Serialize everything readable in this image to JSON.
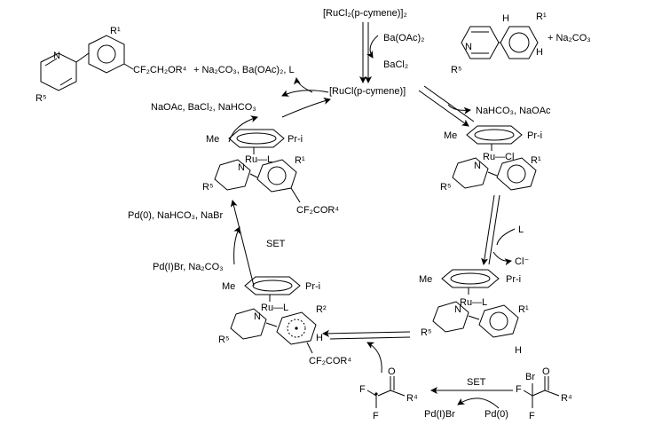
{
  "labels": {
    "precatalyst_dimer": "[RuCl₂(p-cymene)]₂",
    "activation_reagent": "Ba(OAc)₂",
    "activation_byproduct": "BaCl₂",
    "active_catalyst": "[RuCl(p-cymene)]",
    "substrate_plus": "+ Na₂CO₃",
    "ch_activation_byproducts": "NaHCO₃, NaOAc",
    "ligand_in": "L",
    "chloride_out": "Cl⁻",
    "set_label_upper": "SET",
    "set_label_lower": "SET",
    "pd_oxidation_side": "Pd(I)Br, Na₂CO₃",
    "pd_reduction_side": "Pd(0), NaHCO₃, NaBr",
    "recycle_byproducts": "NaOAc, BaCl₂, NaHCO₃",
    "product_byproducts": "+ Na₂CO₃, Ba(OAc)₂, L",
    "pd0": "Pd(0)",
    "pd1br": "Pd(I)Br",
    "me": "Me",
    "ipr": "Pr-i",
    "ru_l": "Ru—L",
    "ru_cl": "Ru—Cl",
    "n": "N",
    "h": "H",
    "r1": "R¹",
    "r2": "R²",
    "r4": "R⁴",
    "r5": "R⁵",
    "f": "F",
    "br": "Br",
    "o": "O",
    "cf2cor4": "CF₂COR⁴",
    "cf2ch2or4": "CF₂CH₂OR⁴"
  },
  "colors": {
    "ink": "#000000",
    "background": "#ffffff"
  },
  "icons": {
    "arrow": "reaction-arrow",
    "ring": "aromatic-ring"
  }
}
